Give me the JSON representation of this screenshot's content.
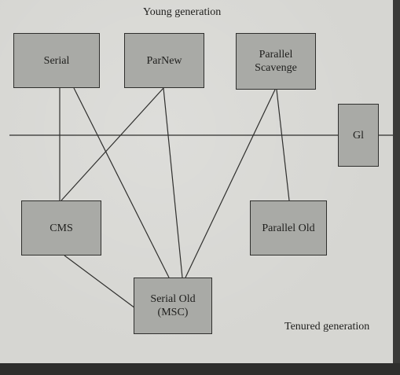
{
  "labels": {
    "young": "Young generation",
    "tenured": "Tenured generation"
  },
  "collectors": {
    "serial": "Serial",
    "parnew": "ParNew",
    "parallel_scavenge": "Parallel\nScavenge",
    "g1": "Gl",
    "cms": "CMS",
    "parallel_old": "Parallel Old",
    "serial_old": "Serial Old\n(MSC)"
  },
  "connections": [
    [
      "serial",
      "cms"
    ],
    [
      "serial",
      "serial_old"
    ],
    [
      "parnew",
      "cms"
    ],
    [
      "parnew",
      "serial_old"
    ],
    [
      "parallel_scavenge",
      "serial_old"
    ],
    [
      "parallel_scavenge",
      "parallel_old"
    ],
    [
      "cms",
      "serial_old"
    ]
  ],
  "colors": {
    "box_fill": "#a9aaa6",
    "line": "#2f2f2d",
    "paper": "#d6d6d2"
  }
}
